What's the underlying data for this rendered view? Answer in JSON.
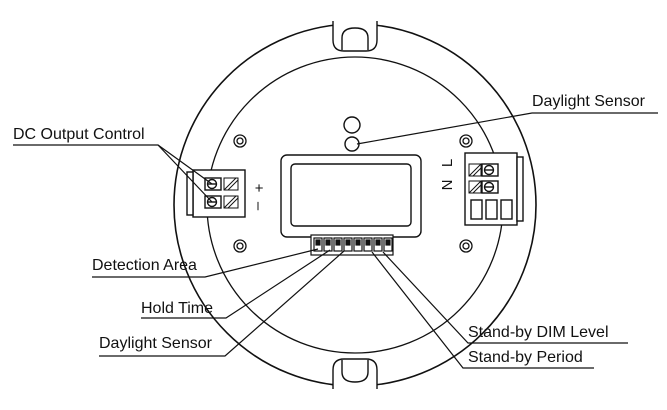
{
  "labels": {
    "dc_output_control": "DC Output Control",
    "daylight_sensor_top": "Daylight Sensor",
    "detection_area": "Detection Area",
    "hold_time": "Hold Time",
    "daylight_sensor_bottom": "Daylight Sensor",
    "standby_dim_level": "Stand-by DIM Level",
    "standby_period": "Stand-by Period"
  },
  "terminal_marks": {
    "plus": "+",
    "minus": "–",
    "n": "N",
    "l": "L"
  },
  "colors": {
    "line": "#111111",
    "background": "#ffffff"
  }
}
